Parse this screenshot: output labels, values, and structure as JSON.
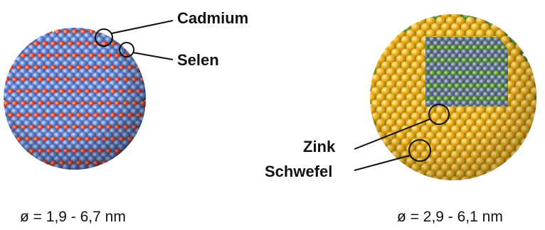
{
  "left_particle": {
    "labels": {
      "atom1": "Cadmium",
      "atom2": "Selen"
    },
    "diameter": "ø = 1,9 - 6,7 nm",
    "colors": {
      "atom1": "#4a73c8",
      "atom2": "#d23a2a"
    }
  },
  "right_particle": {
    "labels": {
      "atom1": "Zink",
      "atom2": "Schwefel"
    },
    "diameter": "ø = 2,9 - 6,1 nm",
    "colors": {
      "atom1": "#4e8a2e",
      "atom2": "#f2b521",
      "core": "#5a6f8a"
    }
  }
}
